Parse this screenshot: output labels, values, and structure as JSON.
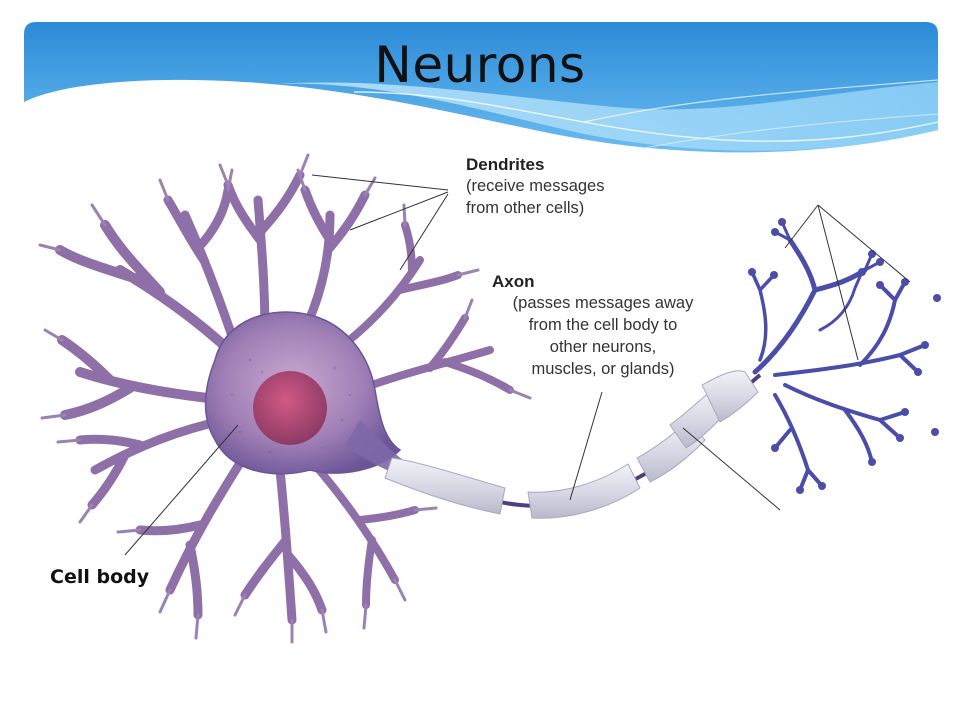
{
  "slide": {
    "title": "Neurons"
  },
  "labels": {
    "dendrites": {
      "heading": "Dendrites",
      "lines": [
        "(receive messages",
        "from other cells)"
      ]
    },
    "axon": {
      "heading": "Axon",
      "lines": [
        "(passes messages away",
        "from the cell body to",
        "other neurons,",
        "muscles, or glands)"
      ]
    },
    "cell_body": "Cell body"
  },
  "colors": {
    "banner_top": "#2f8fdc",
    "banner_light": "#8fd0f6",
    "neuron_purple": "#8a6aa6",
    "neuron_dark": "#5b4a8c",
    "nucleus": "#b0486e",
    "terminal_blue": "#4a4ea8",
    "myelin": "#dcdcea"
  }
}
